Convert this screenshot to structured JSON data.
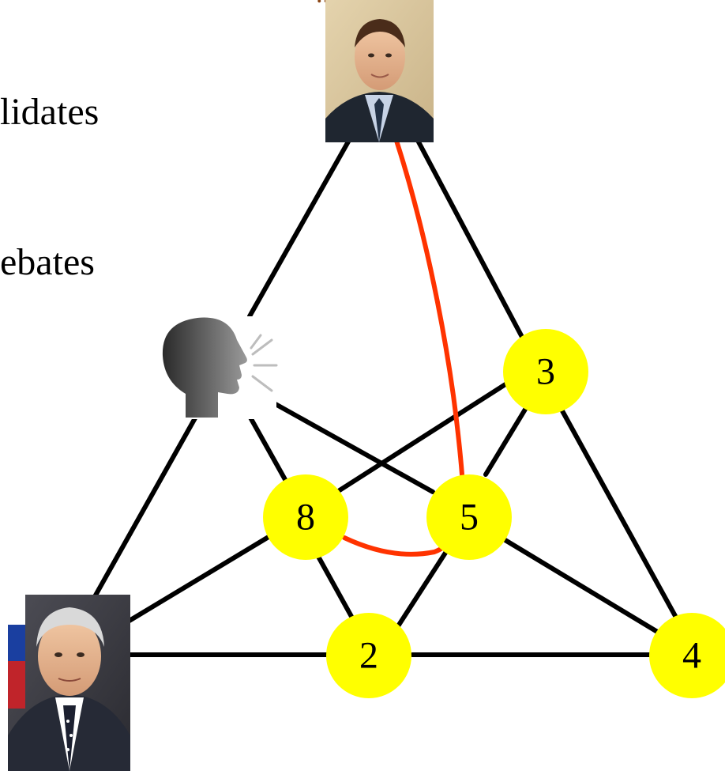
{
  "title_fragment": "...",
  "left_text": {
    "line1": "lidates",
    "line2": "ebates"
  },
  "icons": {
    "top_person": "portrait-photo-man-suit",
    "bottom_left_person": "portrait-photo-man-grey-hair",
    "speaker": "speaking-head-icon"
  },
  "nodes": [
    {
      "id": "node-3",
      "label": "3"
    },
    {
      "id": "node-8",
      "label": "8"
    },
    {
      "id": "node-5",
      "label": "5"
    },
    {
      "id": "node-2",
      "label": "2"
    },
    {
      "id": "node-4",
      "label": "4"
    }
  ],
  "edges": {
    "black": [
      [
        "top-person",
        "speaker"
      ],
      [
        "top-person",
        "node-3"
      ],
      [
        "speaker",
        "bottom-left-person"
      ],
      [
        "speaker",
        "node-8"
      ],
      [
        "speaker",
        "node-5"
      ],
      [
        "node-3",
        "node-8"
      ],
      [
        "node-3",
        "node-5"
      ],
      [
        "node-3",
        "node-4"
      ],
      [
        "node-8",
        "bottom-left-person"
      ],
      [
        "node-8",
        "node-2"
      ],
      [
        "node-5",
        "node-2"
      ],
      [
        "node-5",
        "node-4"
      ],
      [
        "bottom-left-person",
        "node-2"
      ],
      [
        "node-2",
        "node-4"
      ]
    ],
    "red": [
      [
        "top-person",
        "node-5"
      ],
      [
        "node-8",
        "node-5"
      ]
    ]
  },
  "colors": {
    "node_fill": "#ffff00",
    "edge_black": "#000000",
    "edge_red": "#ff3300",
    "title": "#8b4513"
  }
}
